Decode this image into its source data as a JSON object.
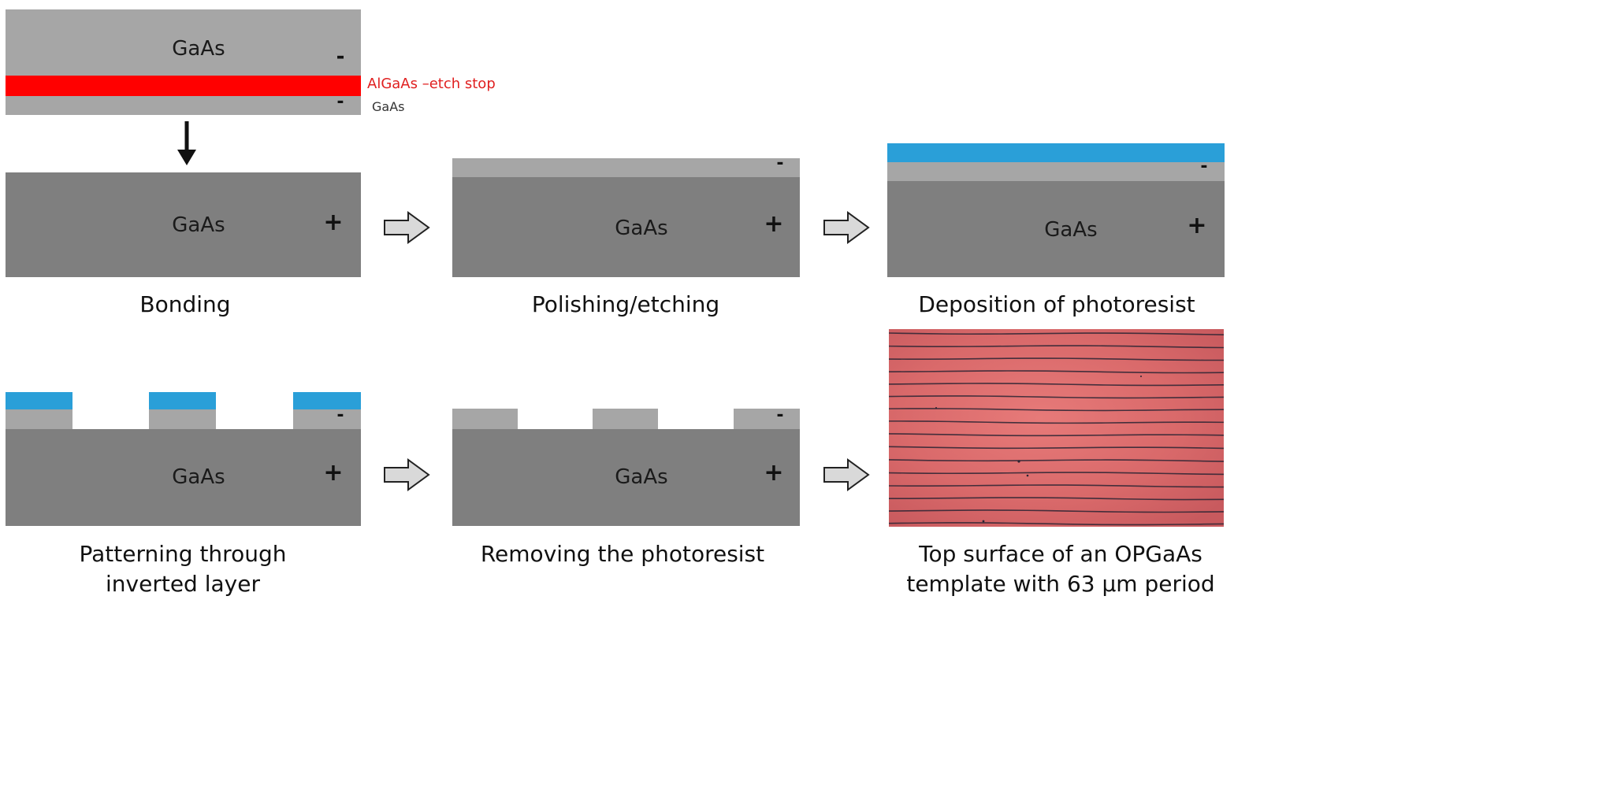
{
  "material": "GaAs",
  "signs": {
    "plus": "+",
    "minus": "-"
  },
  "top_stack": {
    "etch_stop_label": "AlGaAs –etch stop",
    "bottom_layer_label": "GaAs"
  },
  "captions": {
    "bonding": "Bonding",
    "polishing": "Polishing/etching",
    "deposition": "Deposition of photoresist",
    "patterning_line1": "Patterning through",
    "patterning_line2": "inverted layer",
    "removing": "Removing the photoresist",
    "surface_line1": "Top surface of an OPGaAs",
    "surface_line2": "template with 63 µm period"
  },
  "icons": {
    "down_arrow": "down-arrow-icon",
    "step_arrow": "hollow-right-arrow-icon"
  },
  "colors": {
    "gaas_light": "#a6a6a6",
    "gaas_dark": "#7f7f7f",
    "etch_stop": "#ff0000",
    "photoresist": "#2a9fd8",
    "micrograph": "#d9696a"
  }
}
